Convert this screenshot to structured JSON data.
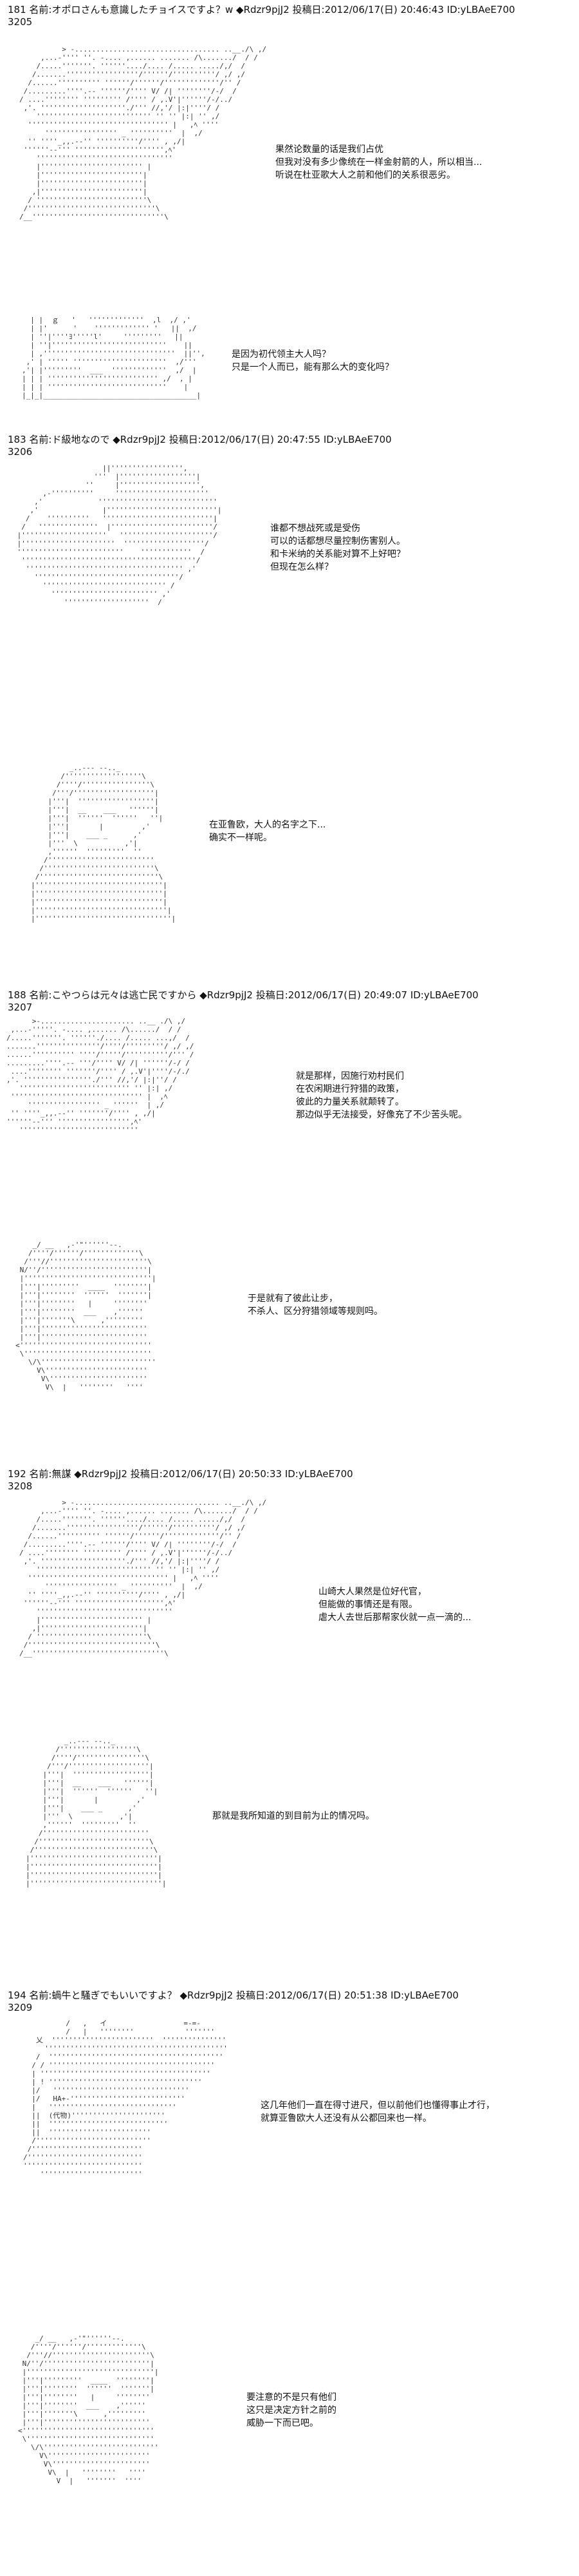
{
  "posts": [
    {
      "header": "181 名前:オポロさんも意識したチョイスですよ？w ◆Rdzr9pjJ2 投稿日:2012/06/17(日) 20:46:43 ID:yLBAeE700",
      "number": "3205",
      "panels": [
        {
          "lines": [
            "果然论数量的话是我们占优",
            "但我对没有多少像统在一样金射箭的人，所以相当...",
            "听说在杜亚歌大人之前和他们的关系很恶劣。"
          ]
        },
        {
          "lines": [
            "是因为初代领主大人吗？",
            "只是一个人而已，能有那么大的变化吗？"
          ]
        }
      ]
    },
    {
      "header": "183 名前:ド級地なので ◆Rdzr9pjJ2 投稿日:2012/06/17(日) 20:47:55 ID:yLBAeE700",
      "number": "3206",
      "panels": [
        {
          "lines": [
            "谁都不想战死或是受伤",
            "可以的话都想尽量控制伤害别人。",
            "和卡米纳的关系能对算不上好吧？",
            "但现在怎么样？"
          ]
        },
        {
          "lines": [
            "在亚鲁欧，大人的名字之下...",
            "确实不一样呢。"
          ]
        }
      ]
    },
    {
      "header": "188 名前:こやつらは元々は逃亡民ですから ◆Rdzr9pjJ2 投稿日:2012/06/17(日) 20:49:07 ID:yLBAeE700",
      "number": "3207",
      "panels": [
        {
          "lines": [
            "就是那样，因施行劝村民们",
            "在农闲期进行狩猎的政策，",
            "彼此的力量关系就颠转了。",
            "那边似乎无法接受，好像充了不少苦头呢。"
          ]
        },
        {
          "lines": [
            "于是就有了彼此让步，",
            "不杀人、区分狩猎领域等规则吗。"
          ]
        }
      ]
    },
    {
      "header": "192 名前:無謀 ◆Rdzr9pjJ2 投稿日:2012/06/17(日) 20:50:33 ID:yLBAeE700",
      "number": "3208",
      "panels": [
        {
          "lines": [
            "山崎大人果然是位好代官，",
            "但能做的事情还是有限。",
            "虐大人去世后那帮家伙就一点一滴的..."
          ]
        },
        {
          "lines": [
            "那就是我所知道的到目前为止的情况吗。"
          ]
        }
      ]
    },
    {
      "header": "194 名前:蝸牛と騒ぎでもいいですよ？ ◆Rdzr9pjJ2 投稿日:2012/06/17(日) 20:51:38 ID:yLBAeE700",
      "number": "3209",
      "panels": [
        {
          "lines": [
            "这几年他们一直在得寸进尺，但以前他们也懂得事止才行，",
            "就算亚鲁欧大人还没有从公都回来也一样。"
          ]
        },
        {
          "lines": [
            "要注意的不是只有他们",
            "这只是决定方针之前的",
            "威胁一下而已吧。"
          ]
        }
      ]
    }
  ]
}
